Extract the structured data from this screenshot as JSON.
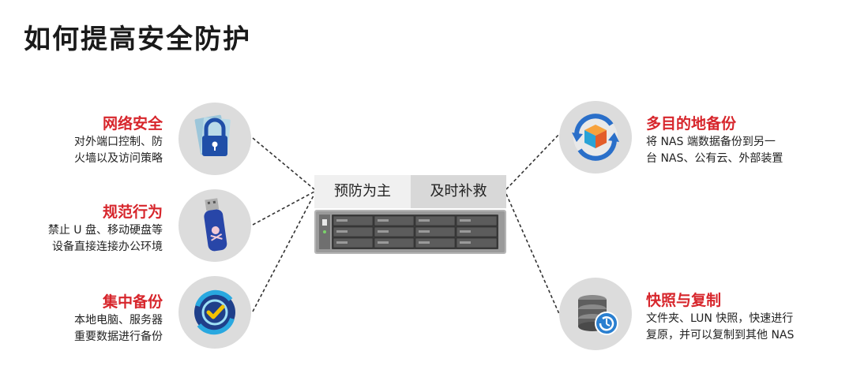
{
  "page": {
    "title": "如何提高安全防护"
  },
  "center": {
    "tab_left": "预防为主",
    "tab_right": "及时补救"
  },
  "left_items": [
    {
      "heading": "网络安全",
      "desc_lines": [
        "对外端口控制、防",
        "火墙以及访问策略"
      ],
      "icon": "lock-icon"
    },
    {
      "heading": "规范行为",
      "desc_lines": [
        "禁止 U 盘、移动硬盘等",
        "设备直接连接办公环境"
      ],
      "icon": "usb-drive-icon"
    },
    {
      "heading": "集中备份",
      "desc_lines": [
        "本地电脑、服务器",
        "重要数据进行备份"
      ],
      "icon": "backup-check-icon"
    }
  ],
  "right_items": [
    {
      "heading": "多目的地备份",
      "desc_lines": [
        "将 NAS 端数据备份到另一",
        "台 NAS、公有云、外部装置"
      ],
      "icon": "sync-cube-icon"
    },
    {
      "heading": "快照与复制",
      "desc_lines": [
        "文件夹、LUN 快照，快速进行",
        "复原，并可以复制到其他 NAS"
      ],
      "icon": "database-snapshot-icon"
    }
  ],
  "colors": {
    "accent_red": "#d7262c",
    "circle_gray": "#dcdcdc",
    "icon_blue": "#1f4fa8"
  }
}
